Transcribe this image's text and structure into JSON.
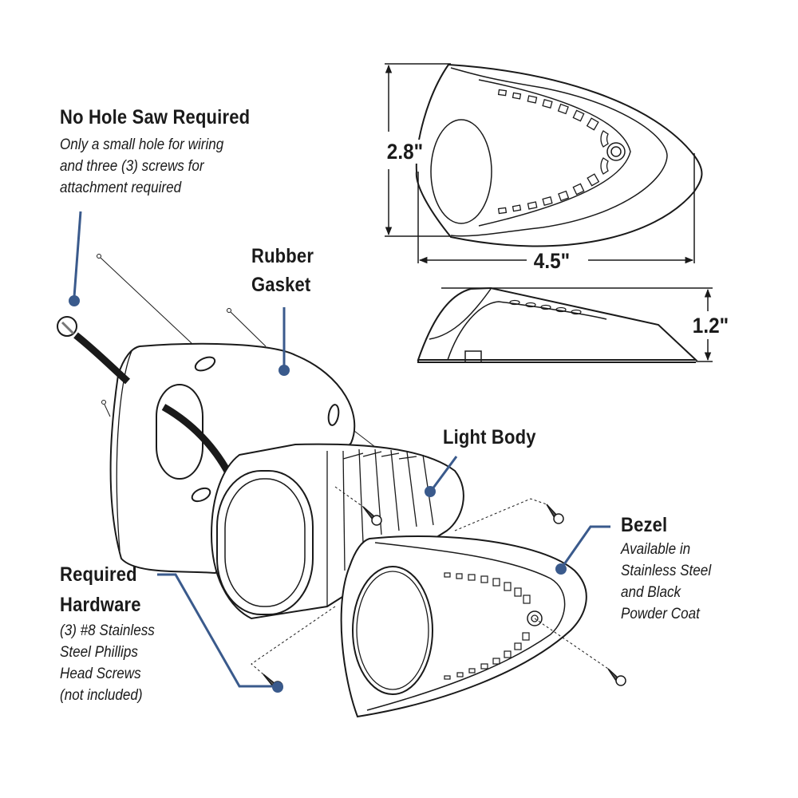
{
  "callouts": {
    "no_hole_saw": {
      "title": "No Hole Saw Required",
      "description": [
        "Only a small hole for wiring",
        "and three (3) screws for",
        "attachment required"
      ]
    },
    "rubber_gasket": {
      "title": [
        "Rubber",
        "Gasket"
      ]
    },
    "light_body": {
      "title": "Light Body"
    },
    "bezel": {
      "title": "Bezel",
      "description": [
        "Available in",
        "Stainless Steel",
        "and Black",
        "Powder Coat"
      ]
    },
    "required_hardware": {
      "title": [
        "Required",
        "Hardware"
      ],
      "description": [
        "(3) #8 Stainless",
        "Steel Phillips",
        "Head Screws",
        "(not included)"
      ]
    }
  },
  "dimensions": {
    "height": "2.8\"",
    "width": "4.5\"",
    "depth": "1.2\""
  },
  "colors": {
    "leader_line": "#3a5a8c",
    "drawing_stroke": "#1a1a1a",
    "background": "#ffffff"
  }
}
